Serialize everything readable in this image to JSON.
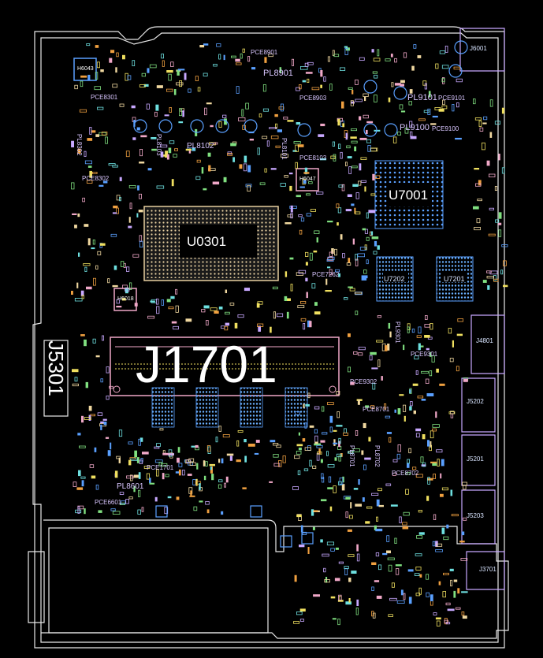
{
  "board": {
    "main_chips": [
      {
        "id": "cpu",
        "label": "U0301"
      },
      {
        "id": "gpu",
        "label": "U7001"
      },
      {
        "id": "mem_a",
        "label": "U7202"
      },
      {
        "id": "mem_b",
        "label": "U7201"
      }
    ],
    "connectors": [
      {
        "id": "dimm",
        "label": "J1701"
      },
      {
        "id": "side",
        "label": "J5301"
      },
      {
        "id": "usb_top",
        "label": "J4801"
      },
      {
        "id": "usb_1",
        "label": "J5202"
      },
      {
        "id": "usb_2",
        "label": "J5201"
      },
      {
        "id": "usb_3",
        "label": "J5203"
      },
      {
        "id": "bottom_right",
        "label": "J3701"
      },
      {
        "id": "top_right",
        "label": "J6001"
      }
    ],
    "mount_holes": [
      "H6043",
      "H6047",
      "H6018"
    ],
    "refs": [
      "PCE8901",
      "PL8901",
      "PCE8903",
      "PL9101",
      "PCE9101",
      "PL9100",
      "PCE9100",
      "PCE8302",
      "PL8302",
      "PL8103",
      "PL8102",
      "PL8101",
      "PCE8103",
      "PCE7262",
      "PL9301",
      "PCE9301",
      "PCE9302",
      "PCE8701",
      "PL8701",
      "PL8702",
      "PCE8702",
      "PCE1701",
      "PL8601",
      "PCE6601",
      "PCE8301"
    ]
  },
  "colors": {
    "outline": "#e8e8e8",
    "pink": "#f0a8c8",
    "blue": "#5aa0ff",
    "cyan": "#6ee0e0",
    "yellow": "#f0e060",
    "lavender": "#c8a8ff",
    "beige": "#f0d8a0",
    "orange": "#f0a040",
    "green": "#80e080"
  }
}
